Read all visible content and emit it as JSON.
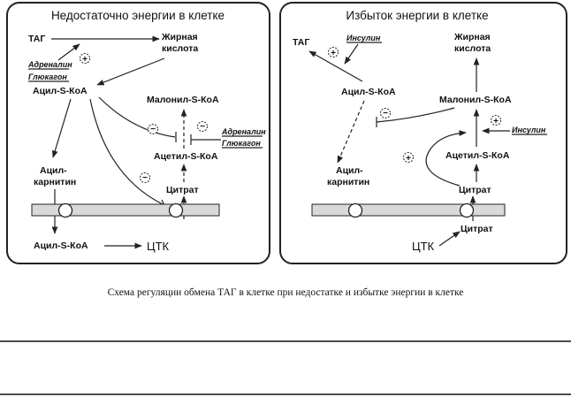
{
  "left_panel": {
    "title": "Недостаточно энергии в клетке",
    "tag": "ТАГ",
    "fatty_acid": [
      "Жирная",
      "кислота"
    ],
    "hormones_top": [
      "Адреналин",
      "Глюкагон"
    ],
    "acyl_scoa": "Ацил-S-КоА",
    "malonyl_scoa": "Малонил-S-КоА",
    "hormones_right": [
      "Адреналин",
      "Глюкагон"
    ],
    "acetyl_scoa": "Ацетил-S-КоА",
    "acylcarnitine": [
      "Ацил-",
      "карнитин"
    ],
    "citrate": "Цитрат",
    "acyl_scoa_bottom": "Ацил-S-КоА",
    "tca": "ЦТК",
    "plus_sign": "+",
    "minus_sign": "−"
  },
  "right_panel": {
    "title": "Избыток энергии в клетке",
    "tag": "ТАГ",
    "insulin_top": "Инсулин",
    "fatty_acid": [
      "Жирная",
      "кислота"
    ],
    "acyl_scoa": "Ацил-S-КоА",
    "malonyl_scoa": "Малонил-S-КоА",
    "insulin_right": "Инсулин",
    "acetyl_scoa": "Ацетил-S-КоА",
    "acylcarnitine": [
      "Ацил-",
      "карнитин"
    ],
    "citrate": "Цитрат",
    "citrate_bottom": "Цитрат",
    "tca": "ЦТК",
    "plus_sign": "+",
    "minus_sign": "−"
  },
  "caption": "Схема регуляции обмена ТАГ в клетке при недостатке и избытке энергии в клетке"
}
